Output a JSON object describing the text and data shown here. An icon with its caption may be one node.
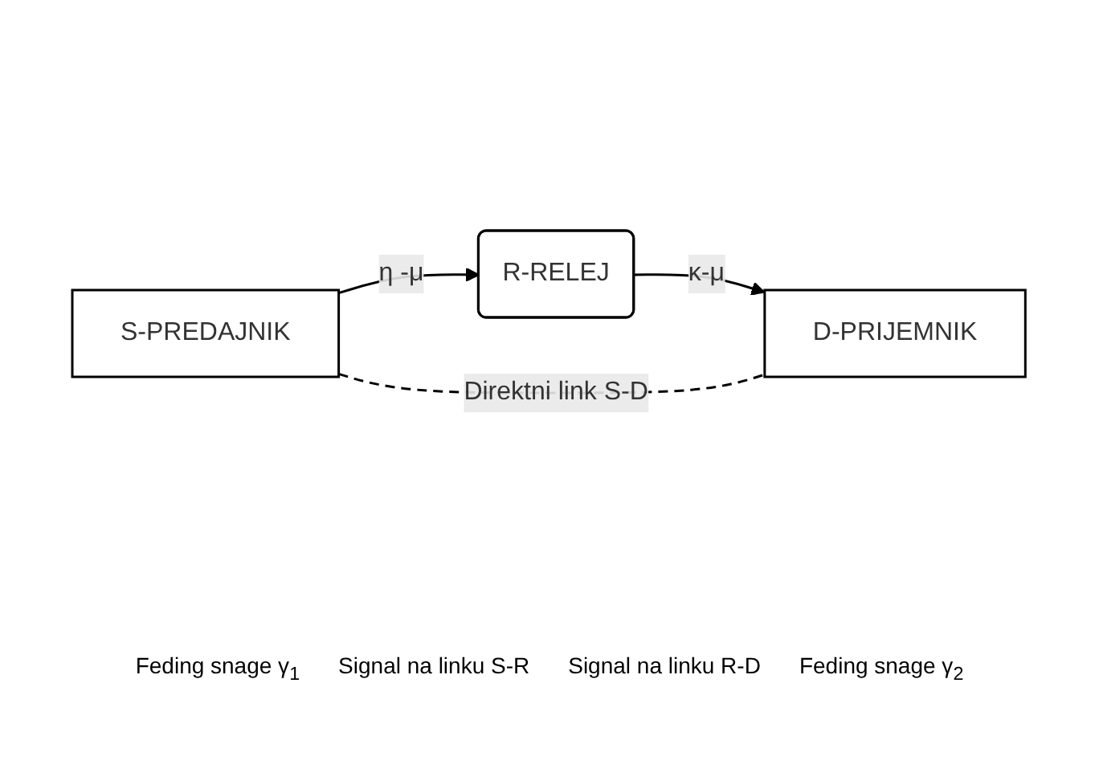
{
  "diagram": {
    "nodes": [
      {
        "text": [
          "R-RELEJ"
        ]
      },
      {
        "text": [
          "S-PREDAJNIK"
        ]
      },
      {
        "text": [
          "D-PRIJEMNIK"
        ]
      }
    ],
    "edges": [
      {
        "from": 1,
        "to": 0,
        "arrow": "to",
        "label": "η -μ"
      },
      {
        "from": 0,
        "to": 2,
        "arrow": "to",
        "label": "κ-μ"
      },
      {
        "from": 1,
        "to": 2,
        "arrow": "none",
        "label": "Direktni link S-D",
        "style": "dashed"
      }
    ],
    "labels": [
      "Feding snage γ$_{1}$",
      "Signal na linku S-R",
      "Signal na linku R-D",
      "Feding snage γ$_{2}$"
    ]
  }
}
